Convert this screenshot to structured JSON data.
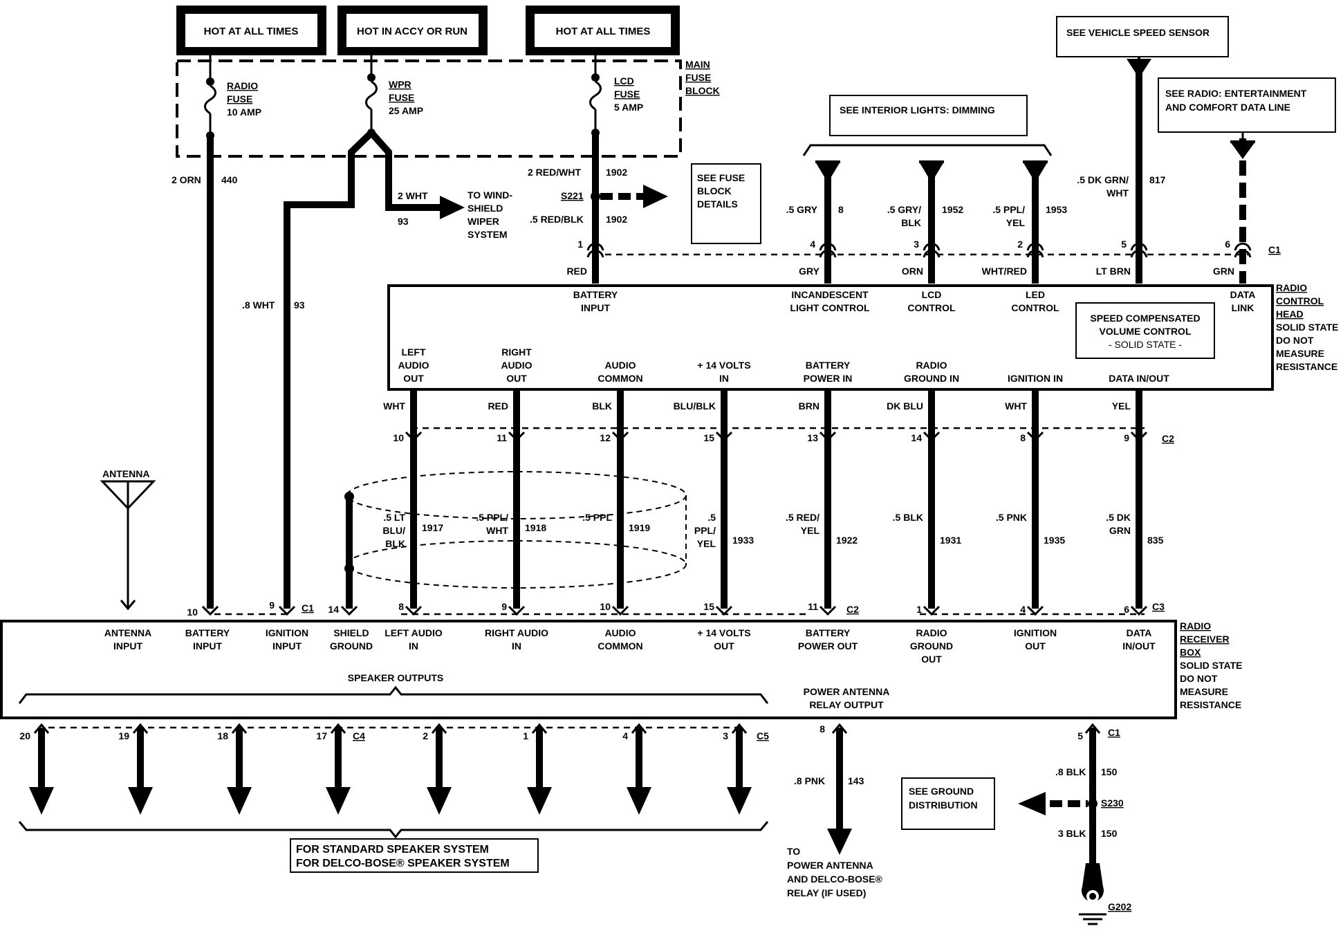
{
  "top_boxes": [
    "HOT AT ALL TIMES",
    "HOT IN ACCY OR RUN",
    "HOT AT ALL TIMES"
  ],
  "see_boxes": {
    "vss": "SEE VEHICLE SPEED SENSOR",
    "radio_line1": "SEE RADIO:  ENTERTAINMENT",
    "radio_line2": "AND COMFORT DATA LINE",
    "interior": "SEE INTERIOR LIGHTS:  DIMMING",
    "fuse_details": [
      "SEE FUSE",
      "BLOCK",
      "DETAILS"
    ],
    "ground": [
      "SEE GROUND",
      "DISTRIBUTION"
    ]
  },
  "fuse_block": {
    "label": [
      "MAIN",
      "FUSE",
      "BLOCK"
    ],
    "fuses": [
      {
        "name": [
          "RADIO",
          "FUSE"
        ],
        "amp": "10 AMP"
      },
      {
        "name": [
          "WPR",
          "FUSE"
        ],
        "amp": "25 AMP"
      },
      {
        "name": [
          "LCD",
          "FUSE"
        ],
        "amp": "5 AMP"
      }
    ]
  },
  "wires": {
    "orn": {
      "size": "2 ORN",
      "circuit": "440"
    },
    "wht8": {
      "size": ".8 WHT",
      "circuit": "93"
    },
    "wht2": {
      "size": "2 WHT",
      "circuit": "93"
    },
    "redwht": {
      "size": "2 RED/WHT",
      "circuit": "1902"
    },
    "redblk": {
      "size": ".5 RED/BLK",
      "circuit": "1902"
    },
    "splice": "S221",
    "wiper": [
      "TO WIND-",
      "SHIELD",
      "WIPER",
      "SYSTEM"
    ],
    "gry": {
      "size": ".5 GRY",
      "circuit": "8"
    },
    "gryblk": {
      "size": [
        ".5 GRY/",
        "BLK"
      ],
      "circuit": "1952"
    },
    "pplyel": {
      "size": [
        ".5 PPL/",
        "YEL"
      ],
      "circuit": "1953"
    },
    "dkgrnwht": {
      "size": [
        ".5 DK GRN/",
        "WHT"
      ],
      "circuit": "817"
    }
  },
  "control_head": {
    "label": [
      "RADIO",
      "CONTROL",
      "HEAD",
      "SOLID STATE",
      "DO NOT",
      "MEASURE",
      "RESISTANCE"
    ],
    "connector_c1": "C1",
    "c1_pins": [
      "1",
      "4",
      "3",
      "2",
      "5",
      "6"
    ],
    "c1_colors": [
      "RED",
      "GRY",
      "ORN",
      "WHT/RED",
      "LT BRN",
      "GRN"
    ],
    "top_labels": [
      [
        "BATTERY",
        "INPUT"
      ],
      [
        "INCANDESCENT",
        "LIGHT CONTROL"
      ],
      [
        "LCD",
        "CONTROL"
      ],
      [
        "LED",
        "CONTROL"
      ],
      [
        "DATA",
        "LINK"
      ]
    ],
    "speed_box": [
      "SPEED COMPENSATED",
      "VOLUME CONTROL",
      "- SOLID STATE -"
    ],
    "bottom_labels": [
      [
        "LEFT",
        "AUDIO",
        "OUT"
      ],
      [
        "RIGHT",
        "AUDIO",
        "OUT"
      ],
      [
        "AUDIO",
        "COMMON"
      ],
      [
        "+ 14 VOLTS",
        "IN"
      ],
      [
        "BATTERY",
        "POWER IN"
      ],
      [
        "RADIO",
        "GROUND IN"
      ],
      [
        "IGNITION IN"
      ],
      [
        "DATA IN/OUT"
      ]
    ],
    "connector_c2": "C2",
    "c2_colors": [
      "WHT",
      "RED",
      "BLK",
      "BLU/BLK",
      "BRN",
      "DK BLU",
      "WHT",
      "YEL"
    ],
    "c2_pins": [
      "10",
      "11",
      "12",
      "15",
      "13",
      "14",
      "8",
      "9"
    ]
  },
  "mid_wires": [
    {
      "size": [
        ".5 LT",
        "BLU/",
        "BLK"
      ],
      "circuit": "1917"
    },
    {
      "size": [
        ".5 PPL/",
        "WHT"
      ],
      "circuit": "1918"
    },
    {
      "size": [
        ".5 PPL"
      ],
      "circuit": "1919"
    },
    {
      "size": [
        ".5",
        "PPL/",
        "YEL"
      ],
      "circuit": "1933"
    },
    {
      "size": [
        ".5 RED/",
        "YEL"
      ],
      "circuit": "1922"
    },
    {
      "size": [
        ".5 BLK"
      ],
      "circuit": "1931"
    },
    {
      "size": [
        ".5 PNK"
      ],
      "circuit": "1935"
    },
    {
      "size": [
        ".5 DK",
        "GRN"
      ],
      "circuit": "835"
    }
  ],
  "antenna_label": "ANTENNA",
  "receiver": {
    "label": [
      "RADIO",
      "RECEIVER",
      "BOX",
      "SOLID STATE",
      "DO NOT",
      "MEASURE",
      "RESISTANCE"
    ],
    "c1_pins": [
      "10",
      "9"
    ],
    "c1": "C1",
    "shield_pin": "14",
    "c2_pins": [
      "8",
      "9",
      "10",
      "15",
      "11"
    ],
    "c2": "C2",
    "c3_pins": [
      "1",
      "4",
      "6"
    ],
    "c3": "C3",
    "labels": [
      [
        "ANTENNA",
        "INPUT"
      ],
      [
        "BATTERY",
        "INPUT"
      ],
      [
        "IGNITION",
        "INPUT"
      ],
      [
        "SHIELD",
        "GROUND"
      ],
      [
        "LEFT AUDIO",
        "IN"
      ],
      [
        "RIGHT AUDIO",
        "IN"
      ],
      [
        "AUDIO",
        "COMMON"
      ],
      [
        "+ 14 VOLTS",
        "OUT"
      ],
      [
        "BATTERY",
        "POWER OUT"
      ],
      [
        "RADIO",
        "GROUND",
        "OUT"
      ],
      [
        "IGNITION",
        "OUT"
      ],
      [
        "DATA",
        "IN/OUT"
      ]
    ],
    "speaker_outputs": "SPEAKER OUTPUTS",
    "power_antenna": [
      "POWER ANTENNA",
      "RELAY OUTPUT"
    ]
  },
  "speakers": {
    "pins": [
      "20",
      "19",
      "18",
      "17",
      "2",
      "1",
      "4",
      "3"
    ],
    "c4": "C4",
    "c5": "C5",
    "note": [
      "FOR STANDARD SPEAKER SYSTEM",
      "FOR DELCO-BOSE® SPEAKER SYSTEM"
    ]
  },
  "power_antenna_wire": {
    "pin": "8",
    "size": ".8 PNK",
    "circuit": "143",
    "dest": [
      "TO",
      "POWER ANTENNA",
      "AND DELCO-BOSE®",
      "RELAY (IF USED)"
    ]
  },
  "ground": {
    "pin": "5",
    "c1": "C1",
    "wire1": {
      "size": ".8 BLK",
      "circuit": "150"
    },
    "splice": "S230",
    "wire2": {
      "size": "3 BLK",
      "circuit": "150"
    },
    "ground": "G202"
  }
}
